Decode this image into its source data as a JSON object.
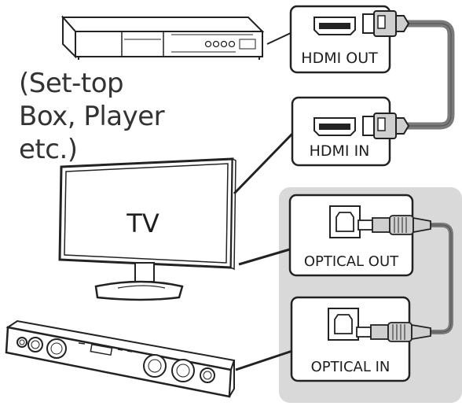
{
  "source": {
    "lines": [
      "(Set-top",
      "Box, Player",
      "etc.)"
    ]
  },
  "tv": {
    "label": "TV"
  },
  "ports": {
    "hdmi_out": "HDMI OUT",
    "hdmi_in": "HDMI IN",
    "optical_out": "OPTICAL OUT",
    "optical_in": "OPTICAL IN"
  },
  "colors": {
    "panel_gray": "#d9d9d9",
    "cable_gray": "#7a7a7a",
    "line": "#222222"
  }
}
